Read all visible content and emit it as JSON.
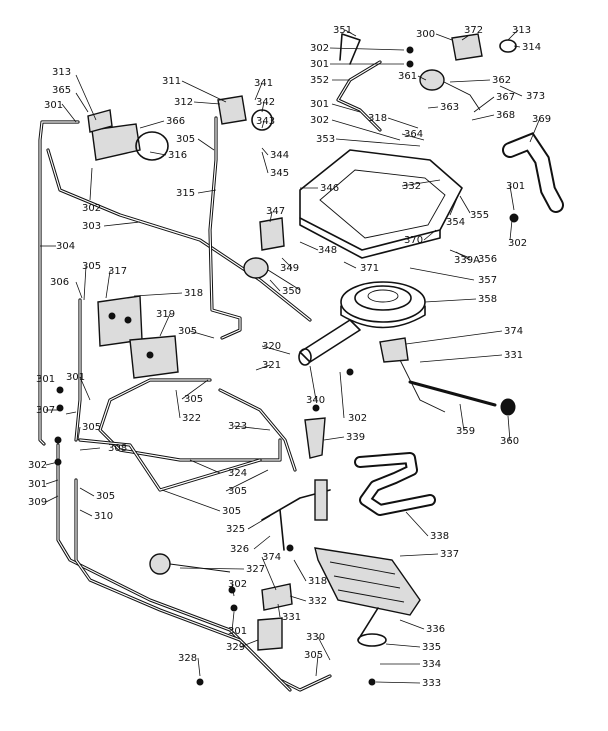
{
  "diagram": {
    "type": "exploded-parts-diagram",
    "callouts": [
      {
        "id": "c351",
        "label": "351"
      },
      {
        "id": "c302a",
        "label": "302"
      },
      {
        "id": "c301a",
        "label": "301"
      },
      {
        "id": "c300",
        "label": "300"
      },
      {
        "id": "c372",
        "label": "372"
      },
      {
        "id": "c313a",
        "label": "313"
      },
      {
        "id": "c314",
        "label": "314"
      },
      {
        "id": "c352",
        "label": "352"
      },
      {
        "id": "c361",
        "label": "361"
      },
      {
        "id": "c362",
        "label": "362"
      },
      {
        "id": "c373",
        "label": "373"
      },
      {
        "id": "c313b",
        "label": "313"
      },
      {
        "id": "c365",
        "label": "365"
      },
      {
        "id": "c301b",
        "label": "301"
      },
      {
        "id": "c366",
        "label": "366"
      },
      {
        "id": "c311",
        "label": "311"
      },
      {
        "id": "c341",
        "label": "341"
      },
      {
        "id": "c312",
        "label": "312"
      },
      {
        "id": "c342",
        "label": "342"
      },
      {
        "id": "c343",
        "label": "343"
      },
      {
        "id": "c301c",
        "label": "301"
      },
      {
        "id": "c363",
        "label": "363"
      },
      {
        "id": "c367",
        "label": "367"
      },
      {
        "id": "c368",
        "label": "368"
      },
      {
        "id": "c369",
        "label": "369"
      },
      {
        "id": "c318a",
        "label": "318"
      },
      {
        "id": "c364",
        "label": "364"
      },
      {
        "id": "c302b",
        "label": "302"
      },
      {
        "id": "c305a",
        "label": "305"
      },
      {
        "id": "c353",
        "label": "353"
      },
      {
        "id": "c316",
        "label": "316"
      },
      {
        "id": "c344",
        "label": "344"
      },
      {
        "id": "c345",
        "label": "345"
      },
      {
        "id": "c346",
        "label": "346"
      },
      {
        "id": "c332a",
        "label": "332"
      },
      {
        "id": "c315",
        "label": "315"
      },
      {
        "id": "c302c",
        "label": "302"
      },
      {
        "id": "c301d",
        "label": "301"
      },
      {
        "id": "c303",
        "label": "303"
      },
      {
        "id": "c347",
        "label": "347"
      },
      {
        "id": "c354",
        "label": "354"
      },
      {
        "id": "c355",
        "label": "355"
      },
      {
        "id": "c302d",
        "label": "302"
      },
      {
        "id": "c304",
        "label": "304"
      },
      {
        "id": "c348",
        "label": "348"
      },
      {
        "id": "c370",
        "label": "370"
      },
      {
        "id": "c356",
        "label": "356"
      },
      {
        "id": "c305b",
        "label": "305"
      },
      {
        "id": "c349",
        "label": "349"
      },
      {
        "id": "c371",
        "label": "371"
      },
      {
        "id": "c339a",
        "label": "339A"
      },
      {
        "id": "c306",
        "label": "306"
      },
      {
        "id": "c317",
        "label": "317"
      },
      {
        "id": "c357",
        "label": "357"
      },
      {
        "id": "c318b",
        "label": "318"
      },
      {
        "id": "c350",
        "label": "350"
      },
      {
        "id": "c358",
        "label": "358"
      },
      {
        "id": "c319",
        "label": "319"
      },
      {
        "id": "c305c",
        "label": "305"
      },
      {
        "id": "c374a",
        "label": "374"
      },
      {
        "id": "c320",
        "label": "320"
      },
      {
        "id": "c331a",
        "label": "331"
      },
      {
        "id": "c321",
        "label": "321"
      },
      {
        "id": "c301e",
        "label": "301"
      },
      {
        "id": "c305d",
        "label": "305"
      },
      {
        "id": "c340",
        "label": "340"
      },
      {
        "id": "c301f",
        "label": "301"
      },
      {
        "id": "c307",
        "label": "307"
      },
      {
        "id": "c322",
        "label": "322"
      },
      {
        "id": "c302e",
        "label": "302"
      },
      {
        "id": "c305e",
        "label": "305"
      },
      {
        "id": "c323",
        "label": "323"
      },
      {
        "id": "c359",
        "label": "359"
      },
      {
        "id": "c339",
        "label": "339"
      },
      {
        "id": "c360",
        "label": "360"
      },
      {
        "id": "c308",
        "label": "308"
      },
      {
        "id": "c302f",
        "label": "302"
      },
      {
        "id": "c324",
        "label": "324"
      },
      {
        "id": "c301g",
        "label": "301"
      },
      {
        "id": "c305f",
        "label": "305"
      },
      {
        "id": "c305g",
        "label": "305"
      },
      {
        "id": "c309",
        "label": "309"
      },
      {
        "id": "c305h",
        "label": "305"
      },
      {
        "id": "c310",
        "label": "310"
      },
      {
        "id": "c325",
        "label": "325"
      },
      {
        "id": "c338",
        "label": "338"
      },
      {
        "id": "c326",
        "label": "326"
      },
      {
        "id": "c374b",
        "label": "374"
      },
      {
        "id": "c337",
        "label": "337"
      },
      {
        "id": "c327",
        "label": "327"
      },
      {
        "id": "c318c",
        "label": "318"
      },
      {
        "id": "c302g",
        "label": "302"
      },
      {
        "id": "c332b",
        "label": "332"
      },
      {
        "id": "c301h",
        "label": "301"
      },
      {
        "id": "c331b",
        "label": "331"
      },
      {
        "id": "c336",
        "label": "336"
      },
      {
        "id": "c335",
        "label": "335"
      },
      {
        "id": "c329",
        "label": "329"
      },
      {
        "id": "c330",
        "label": "330"
      },
      {
        "id": "c328",
        "label": "328"
      },
      {
        "id": "c305i",
        "label": "305"
      },
      {
        "id": "c334",
        "label": "334"
      },
      {
        "id": "c333",
        "label": "333"
      }
    ]
  }
}
